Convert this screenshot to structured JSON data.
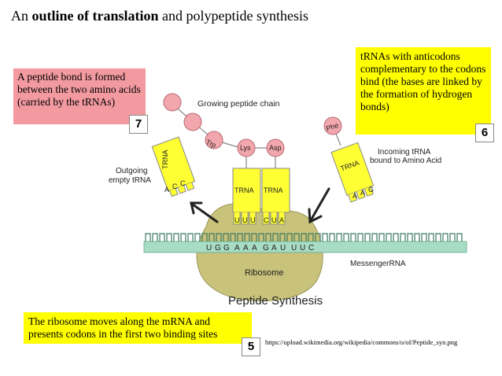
{
  "title": {
    "prefix": "An ",
    "bold": "outline of translation",
    "suffix": " and polypeptide synthesis"
  },
  "box_peptide_bond": {
    "text": "A peptide bond is formed between the two amino acids (carried by the tRNAs)",
    "number": "7"
  },
  "box_trnas": {
    "text": "tRNAs with anticodons complementary to the codons bind (the bases are linked by the formation of hydrogen bonds)",
    "number": "6"
  },
  "box_ribosome": {
    "text": "The ribosome moves along the mRNA and presents codons in the first two binding sites",
    "number": "5"
  },
  "credit": "https://upload.wikimedia.org/wikipedia/commons/o/of/Peptide_syn.png",
  "diagram": {
    "growing_chain_label": "Growing peptide chain",
    "outgoing_label_1": "Outgoing",
    "outgoing_label_2": "empty tRNA",
    "incoming_label_1": "Incoming  tRNA",
    "incoming_label_2": "bound to Amino Acid",
    "trna_label": "TRNA",
    "amino_trp": "Trp",
    "amino_lys": "Lys",
    "amino_asp": "Asp",
    "amino_phe": "Phe",
    "anticodon_outgoing": [
      "A",
      "C",
      "C"
    ],
    "anticodon_lys": [
      "U",
      "U",
      "U"
    ],
    "anticodon_asp": [
      "C",
      "U",
      "A"
    ],
    "anticodon_incoming": [
      "A",
      "A",
      "G"
    ],
    "mrna_sequence": [
      "U",
      "G",
      "G",
      "A",
      "A",
      "A",
      "G",
      "A",
      "U",
      "U",
      "U",
      "C"
    ],
    "mrna_label": "MessengerRNA",
    "ribosome_label": "Ribosome",
    "caption": "Peptide Synthesis"
  },
  "colors": {
    "pink_box": "#f29aa0",
    "yellow_box": "#ffff00",
    "trna": "#ffff33",
    "amino_acid": "#f2a6ad",
    "ribosome": "#c8c27a",
    "mrna": "#a8dcc4"
  }
}
